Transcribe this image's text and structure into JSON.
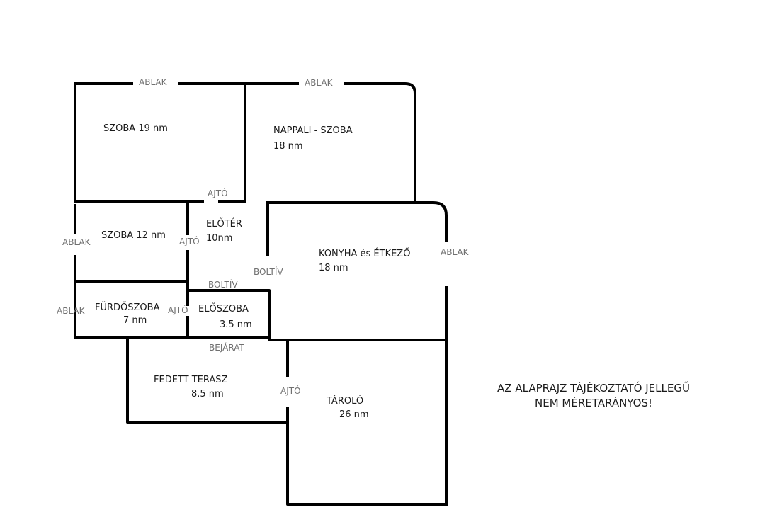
{
  "rooms": {
    "szoba19": "SZOBA 19 nm",
    "nappali_name": "NAPPALI - SZOBA",
    "nappali_area": "18 nm",
    "szoba12": "SZOBA 12 nm",
    "eloter_name": "ELŐTÉR",
    "eloter_area": "10nm",
    "konyha_name": "KONYHA és ÉTKEZŐ",
    "konyha_area": "18 nm",
    "furdo_name": "FÜRDŐSZOBA",
    "furdo_area": "7 nm",
    "eloszoba_name": "ELŐSZOBA",
    "eloszoba_area": "3.5 nm",
    "terasz_name": "FEDETT TERASZ",
    "terasz_area": "8.5 nm",
    "tarolo_name": "TÁROLÓ",
    "tarolo_area": "26 nm"
  },
  "openings": {
    "window": "ABLAK",
    "door": "AJTÓ",
    "arch": "BOLTÍV",
    "entrance": "BEJÁRAT"
  },
  "note": {
    "line1": "AZ ALAPRAJZ TÁJÉKOZTATÓ JELLEGŰ",
    "line2": "NEM MÉRETARÁNYOS!"
  }
}
